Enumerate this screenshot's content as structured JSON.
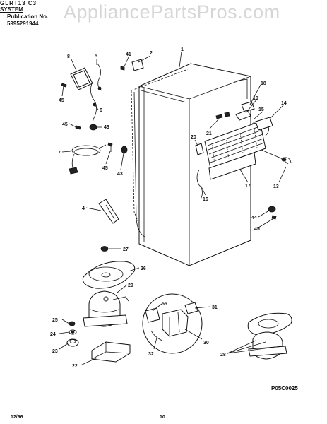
{
  "header": {
    "watermark": "AppliancePartsPros.com",
    "publication_label": "Publication No.",
    "publication_number": "5995291944",
    "model_title": "GLRT13 C3",
    "section_title": "SYSTEM"
  },
  "diagram_code": "P05C0025",
  "footer": {
    "date": "12/96",
    "page_number": "10"
  },
  "callouts": {
    "c1": "1",
    "c2": "2",
    "c4": "4",
    "c5": "5",
    "c6": "6",
    "c7": "7",
    "c8": "8",
    "c13": "13",
    "c14": "14",
    "c15": "15",
    "c16": "16",
    "c17": "17",
    "c18": "18",
    "c19": "19",
    "c20": "20",
    "c21": "21",
    "c22": "22",
    "c23": "23",
    "c24": "24",
    "c25": "25",
    "c26": "26",
    "c27": "27",
    "c28": "28",
    "c29": "29",
    "c30": "30",
    "c31": "31",
    "c32": "32",
    "c41": "41",
    "c43a": "43",
    "c43b": "43",
    "c44": "44",
    "c45a": "45",
    "c45b": "45",
    "c45c": "45",
    "c45d": "45",
    "c55": "55"
  }
}
